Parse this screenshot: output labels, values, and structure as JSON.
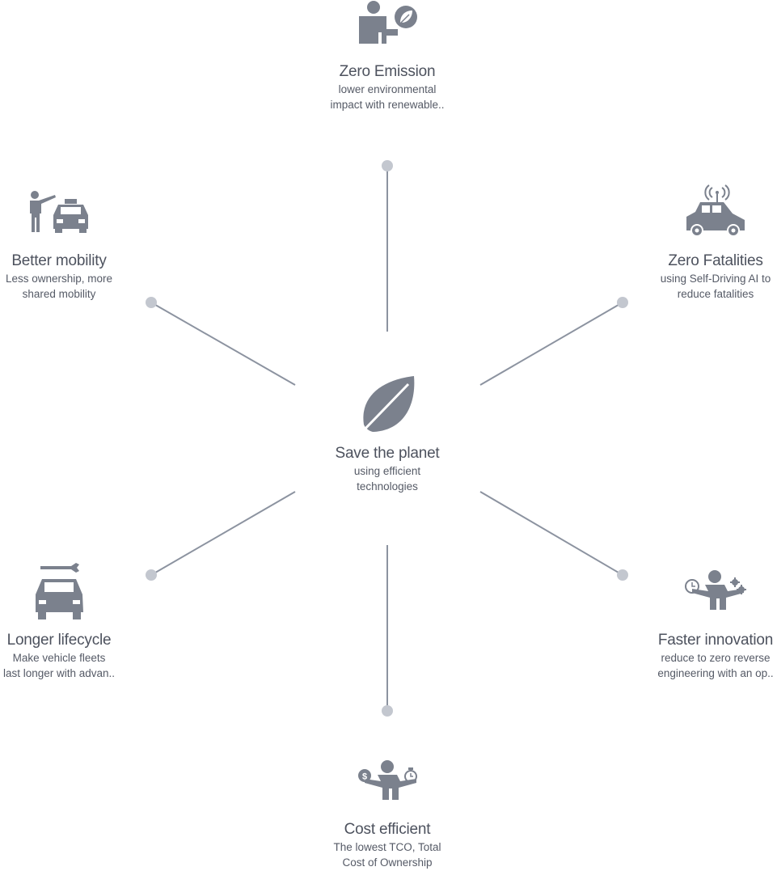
{
  "colors": {
    "icon": "#7b818d",
    "line": "#8c93a0",
    "dot": "#c3c7cf",
    "text": "#4d525e"
  },
  "center": {
    "title": "Save the planet",
    "desc1": "using efficient",
    "desc2": "technologies",
    "icon": "leaf-icon"
  },
  "nodes": {
    "zero_emission": {
      "title": "Zero Emission",
      "desc1": "lower environmental",
      "desc2": "impact with renewable..",
      "icon": "person-leaf-icon"
    },
    "zero_fatalities": {
      "title": "Zero Fatalities",
      "desc1": "using Self-Driving AI to",
      "desc2": "reduce fatalities",
      "icon": "connected-car-icon"
    },
    "faster_innovation": {
      "title": "Faster innovation",
      "desc1": "reduce to zero reverse",
      "desc2": "engineering with an op..",
      "icon": "person-clock-gears-icon"
    },
    "cost_efficient": {
      "title": "Cost efficient",
      "desc1": "The lowest TCO, Total",
      "desc2": "Cost of Ownership",
      "icon": "person-dollar-timer-icon"
    },
    "longer_lifecycle": {
      "title": "Longer lifecycle",
      "desc1": "Make vehicle fleets",
      "desc2": "last longer with advan..",
      "icon": "car-wrench-icon"
    },
    "better_mobility": {
      "title": "Better mobility",
      "desc1": "Less ownership, more",
      "desc2": "shared mobility",
      "icon": "person-taxi-icon"
    }
  }
}
